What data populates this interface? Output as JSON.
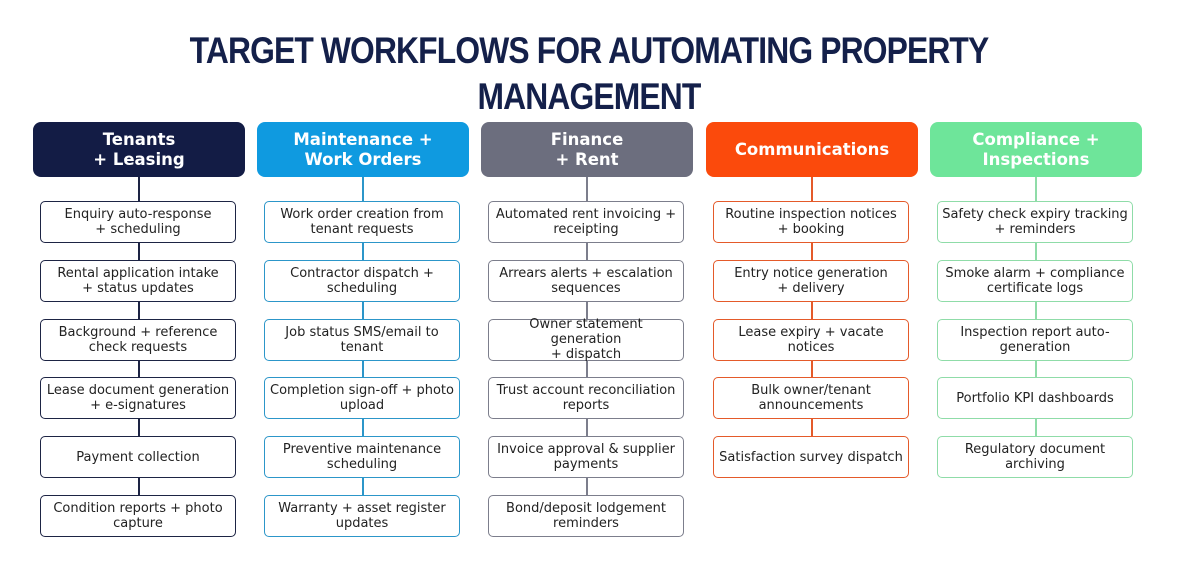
{
  "title": "TARGET WORKFLOWS FOR AUTOMATING PROPERTY MANAGEMENT",
  "columns": [
    {
      "id": "tenants",
      "header": "Tenants\n+ Leasing",
      "header_color": "#131c45",
      "border_color": "#1d2444",
      "line_color": "#1d2444",
      "items": [
        "Enquiry auto-response\n+ scheduling",
        "Rental application intake\n+ status updates",
        "Background + reference\ncheck requests",
        "Lease document generation\n+ e-signatures",
        "Payment collection",
        "Condition reports + photo\ncapture"
      ]
    },
    {
      "id": "maintenance",
      "header": "Maintenance +\nWork Orders",
      "header_color": "#0f9ae0",
      "border_color": "#2c96c9",
      "line_color": "#2c96c9",
      "items": [
        "Work order creation from\ntenant requests",
        "Contractor dispatch +\nscheduling",
        "Job status SMS/email to\ntenant",
        "Completion sign-off + photo\nupload",
        "Preventive maintenance\nscheduling",
        "Warranty + asset register\nupdates"
      ]
    },
    {
      "id": "finance",
      "header": "Finance\n+ Rent",
      "header_color": "#6c6e7e",
      "border_color": "#7c7e8c",
      "line_color": "#7c7e8c",
      "items": [
        "Automated rent invoicing +\nreceipting",
        "Arrears alerts + escalation\nsequences",
        "Owner statement generation\n+ dispatch",
        "Trust account reconciliation\nreports",
        "Invoice approval & supplier\npayments",
        "Bond/deposit lodgement\nreminders"
      ]
    },
    {
      "id": "communications",
      "header": "Communications",
      "header_color": "#fb4a0c",
      "border_color": "#e45a2a",
      "line_color": "#e45a2a",
      "items": [
        "Routine inspection notices\n+ booking",
        "Entry notice generation\n+ delivery",
        "Lease expiry + vacate notices",
        "Bulk owner/tenant\nannouncements",
        "Satisfaction survey dispatch"
      ]
    },
    {
      "id": "compliance",
      "header": "Compliance +\nInspections",
      "header_color": "#6ee59a",
      "border_color": "#8fdca8",
      "line_color": "#8fdca8",
      "items": [
        "Safety check expiry tracking\n+ reminders",
        "Smoke alarm + compliance\ncertificate logs",
        "Inspection report auto-\ngeneration",
        "Portfolio KPI dashboards",
        "Regulatory document\narchiving"
      ]
    }
  ]
}
